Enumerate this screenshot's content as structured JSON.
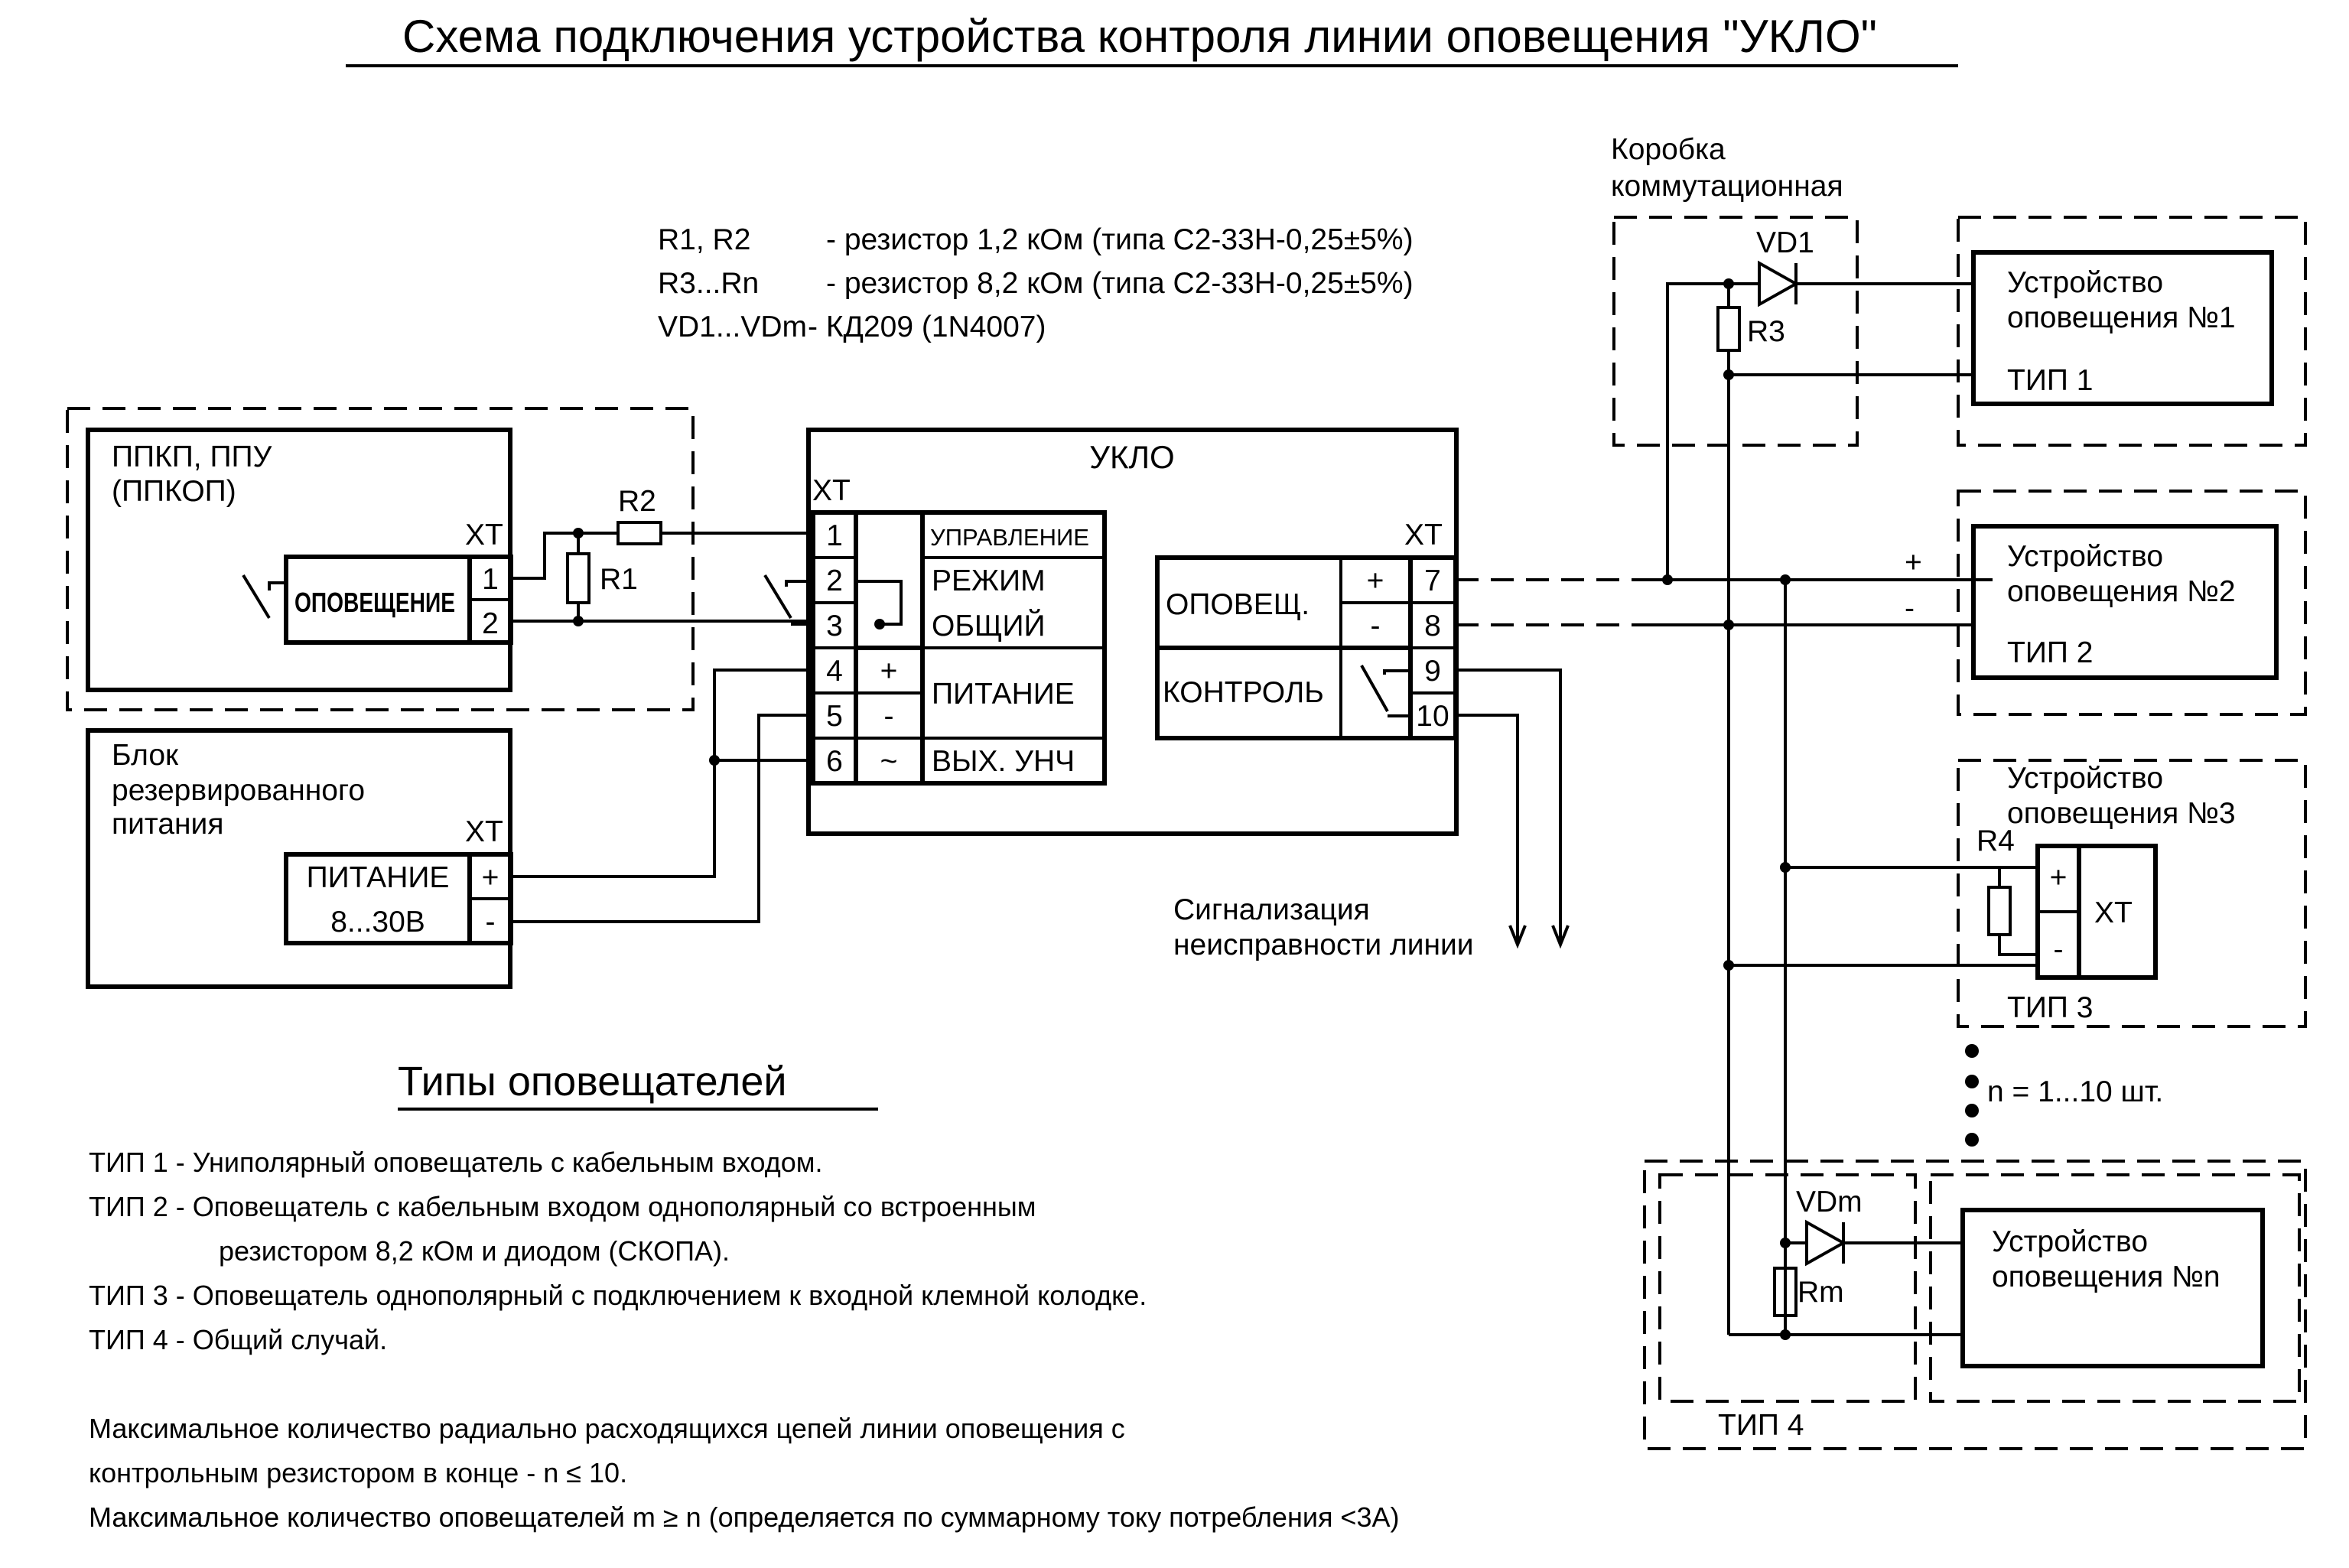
{
  "title": "Схема подключения устройства контроля линии оповещения \"УКЛО\"",
  "legend": {
    "r1r2_ref": "R1, R2",
    "r1r2_desc": "- резистор 1,2 кОм (типа С2-33Н-0,25±5%)",
    "r3rn_ref": "R3...Rn",
    "r3rn_desc": "- резистор 8,2 кОм (типа С2-33Н-0,25±5%)",
    "vd_ref": "VD1...VDm",
    "vd_desc": "- КД209 (1N4007)"
  },
  "ppkp": {
    "name1": "ППКП, ППУ",
    "name2": "(ППКОП)",
    "xt": "XT",
    "block": "ОПОВЕЩЕНИЕ",
    "pin1": "1",
    "pin2": "2"
  },
  "resistors": {
    "r1": "R1",
    "r2": "R2",
    "r3": "R3",
    "r4": "R4",
    "rm": "Rm"
  },
  "diodes": {
    "vd1": "VD1",
    "vdm": "VDm"
  },
  "psu": {
    "name1": "Блок",
    "name2": "резервированного",
    "name3": "питания",
    "xt": "XT",
    "label1": "ПИТАНИЕ",
    "label2": "8...30В",
    "plus": "+",
    "minus": "-"
  },
  "uklo": {
    "title": "УКЛО",
    "xt_left": "XT",
    "xt_right": "XT",
    "pins_left": [
      "1",
      "2",
      "3",
      "4",
      "5",
      "6"
    ],
    "pol4": "+",
    "pol5": "-",
    "pol6": "~",
    "lbl_upr": "УПРАВЛЕНИЕ",
    "lbl_rezhim": "РЕЖИМ",
    "lbl_obshiy": "ОБЩИЙ",
    "lbl_pitanie": "ПИТАНИЕ",
    "lbl_vyh": "ВЫХ. УНЧ",
    "lbl_opov": "ОПОВЕЩ.",
    "lbl_kontrol": "КОНТРОЛЬ",
    "pol7": "+",
    "pol8": "-",
    "pins_right": [
      "7",
      "8",
      "9",
      "10"
    ]
  },
  "signal": {
    "line1": "Сигнализация",
    "line2": "неисправности линии"
  },
  "box": {
    "line1": "Коробка",
    "line2": "коммутационная"
  },
  "dev1": {
    "line1": "Устройство",
    "line2": "оповещения №1",
    "type": "ТИП 1"
  },
  "dev2": {
    "line1": "Устройство",
    "line2": "оповещения №2",
    "type": "ТИП 2",
    "plus": "+",
    "minus": "-"
  },
  "dev3": {
    "line1": "Устройство",
    "line2": "оповещения №3",
    "type": "ТИП 3",
    "xt": "XT",
    "plus": "+",
    "minus": "-"
  },
  "count": "n = 1...10 шт.",
  "devn": {
    "line1": "Устройство",
    "line2": "оповещения №n",
    "type": "ТИП 4"
  },
  "types": {
    "heading": "Типы оповещателей",
    "t1": "ТИП 1  - Униполярный оповещатель с кабельным входом.",
    "t2a": "ТИП 2  - Оповещатель с кабельным входом однополярный со встроенным",
    "t2b": "резистором 8,2 кОм и диодом (СКОПА).",
    "t3": "ТИП 3  - Оповещатель однополярный с подключением к входной клемной колодке.",
    "t4": "ТИП 4  - Общий случай."
  },
  "notes": {
    "n1": "Максимальное количество радиально расходящихся цепей линии оповещения с",
    "n2": "контрольным резистором в конце - n ≤ 10.",
    "n3": "Максимальное количество оповещателей m ≥ n (определяется по суммарному току потребления <3А)"
  }
}
